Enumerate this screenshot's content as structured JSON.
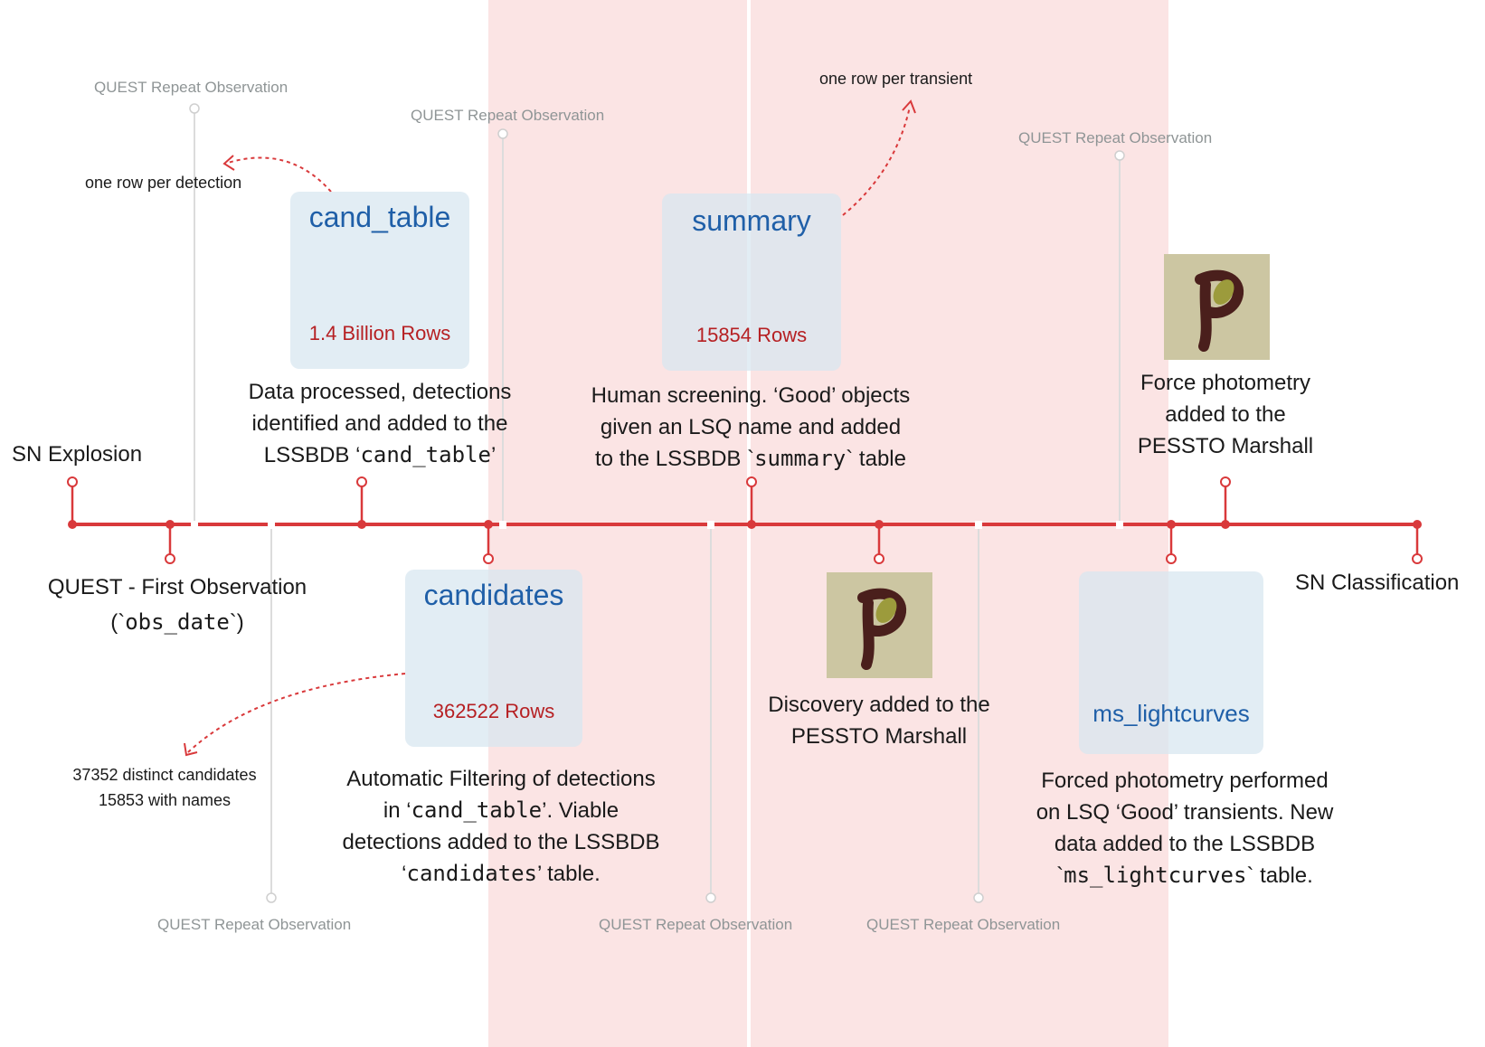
{
  "milestones": {
    "sn_explosion": "SN Explosion",
    "first_observation_line1": "QUEST - First Observation",
    "first_observation_line2_pre": "(`",
    "first_observation_line2_code": "obs_date",
    "first_observation_line2_post": "`)",
    "sn_classification": "SN Classification"
  },
  "repeat_label": "QUEST Repeat Observation",
  "notes": {
    "per_detection": "one row per detection",
    "per_transient": "one row per transient",
    "distinct_line1": "37352 distinct candidates",
    "distinct_line2": "15853 with names"
  },
  "tables": {
    "cand_table": {
      "title": "cand_table",
      "rows": "1.4 Billion Rows"
    },
    "summary": {
      "title": "summary",
      "rows": "15854 Rows"
    },
    "candidates": {
      "title": "candidates",
      "rows": "362522 Rows"
    },
    "ms_lightcurves": {
      "title": "ms_lightcurves",
      "rows": ""
    }
  },
  "descriptions": {
    "processed": {
      "l1": "Data processed, detections",
      "l2": "identified and added to the",
      "l3_pre": "LSSBDB ‘",
      "l3_code": "cand_table",
      "l3_post": "’"
    },
    "screening": {
      "l1": "Human screening. ‘Good’ objects",
      "l2": "given an LSQ name and added",
      "l3_pre": "to the LSSBDB `",
      "l3_code": "summary",
      "l3_post": "` table"
    },
    "force_photometry": {
      "l1": "Force photometry",
      "l2": "added to the",
      "l3": "PESSTO Marshall"
    },
    "filtering": {
      "l1": "Automatic Filtering of detections",
      "l2_pre": "in ‘",
      "l2_code": "cand_table",
      "l2_post": "’. Viable",
      "l3": "detections added to the LSSBDB",
      "l4_pre": "‘",
      "l4_code": "candidates",
      "l4_post": "’ table."
    },
    "discovery": {
      "l1": "Discovery added to the",
      "l2": "PESSTO Marshall"
    },
    "forced_performed": {
      "l1": "Forced photometry performed",
      "l2": "on LSQ ‘Good’ transients. New",
      "l3": "data added to the LSSBDB",
      "l4_pre": "`",
      "l4_code": "ms_lightcurves",
      "l4_post": "` table."
    }
  },
  "colors": {
    "timeline": "#d9393b",
    "band": "#fbe4e4",
    "box": "#d7e6f0",
    "title": "#1f5fa8",
    "rows": "#b62023",
    "repeat": "#8f9596",
    "logo_bg": "#ccc6a2"
  },
  "icons": {
    "marshall_logo": "pessto-marshall-p-logo"
  }
}
